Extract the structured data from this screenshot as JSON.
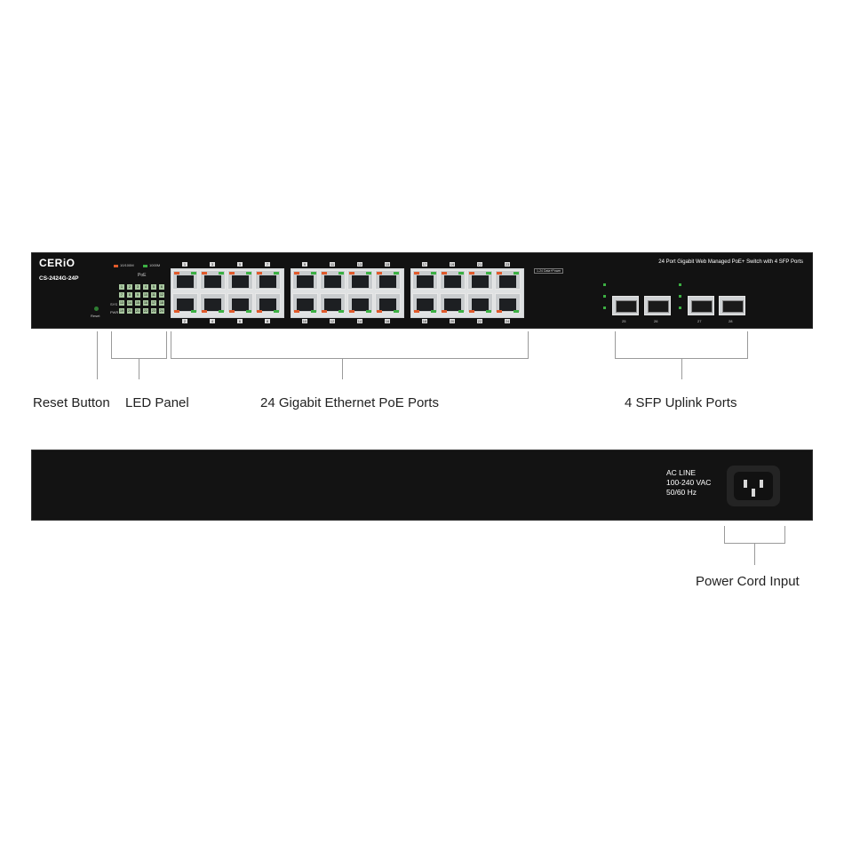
{
  "front_panel": {
    "brand": "CERiO",
    "model": "CS-2424G-24P",
    "description": "24 Port Gigabit Web Managed PoE+ Switch with 4 SFP Ports",
    "reset_label": "Reset",
    "legend": [
      {
        "label": "10/100M",
        "color": "#e05a2b"
      },
      {
        "label": "1000M",
        "color": "#3cb043"
      }
    ],
    "poe_label": "PoE",
    "sys_label": "SYS",
    "pwr_label": "PWR",
    "badge": "1-24 Data+Power",
    "led_numbers": [
      "1",
      "2",
      "3",
      "4",
      "5",
      "6",
      "7",
      "8",
      "9",
      "10",
      "11",
      "12",
      "13",
      "14",
      "15",
      "16",
      "17",
      "18",
      "19",
      "20",
      "21",
      "22",
      "23",
      "24"
    ],
    "port_top_numbers": [
      "1",
      "3",
      "5",
      "7",
      "9",
      "11",
      "13",
      "15",
      "17",
      "19",
      "21",
      "23"
    ],
    "port_bottom_numbers": [
      "2",
      "4",
      "6",
      "8",
      "10",
      "12",
      "14",
      "16",
      "18",
      "20",
      "22",
      "24"
    ],
    "sfp_numbers": [
      "25",
      "26",
      "27",
      "28"
    ]
  },
  "callouts": {
    "reset": "Reset Button",
    "led_panel": "LED Panel",
    "poe_ports": "24 Gigabit Ethernet PoE Ports",
    "sfp_ports": "4 SFP Uplink Ports",
    "power": "Power Cord Input"
  },
  "rear_panel": {
    "ac_line": [
      "AC LINE",
      "100-240 VAC",
      "50/60 Hz"
    ]
  }
}
